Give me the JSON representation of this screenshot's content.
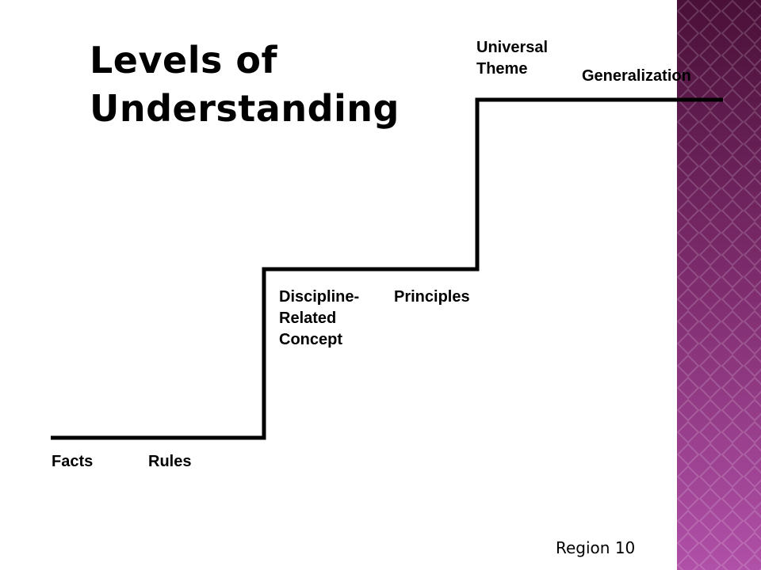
{
  "title_line1": "Levels of",
  "title_line2": "Understanding",
  "labels": {
    "facts": "Facts",
    "rules": "Rules",
    "concept_1": "Discipline-",
    "concept_2": "Related",
    "concept_3": "Concept",
    "principles": "Principles",
    "theme_1": "Universal",
    "theme_2": "Theme",
    "generalization": "Generalization"
  },
  "footer": "Region 10",
  "colors": {
    "panel_top": "#4a1038",
    "panel_bottom": "#b050a8",
    "line": "#000000"
  }
}
